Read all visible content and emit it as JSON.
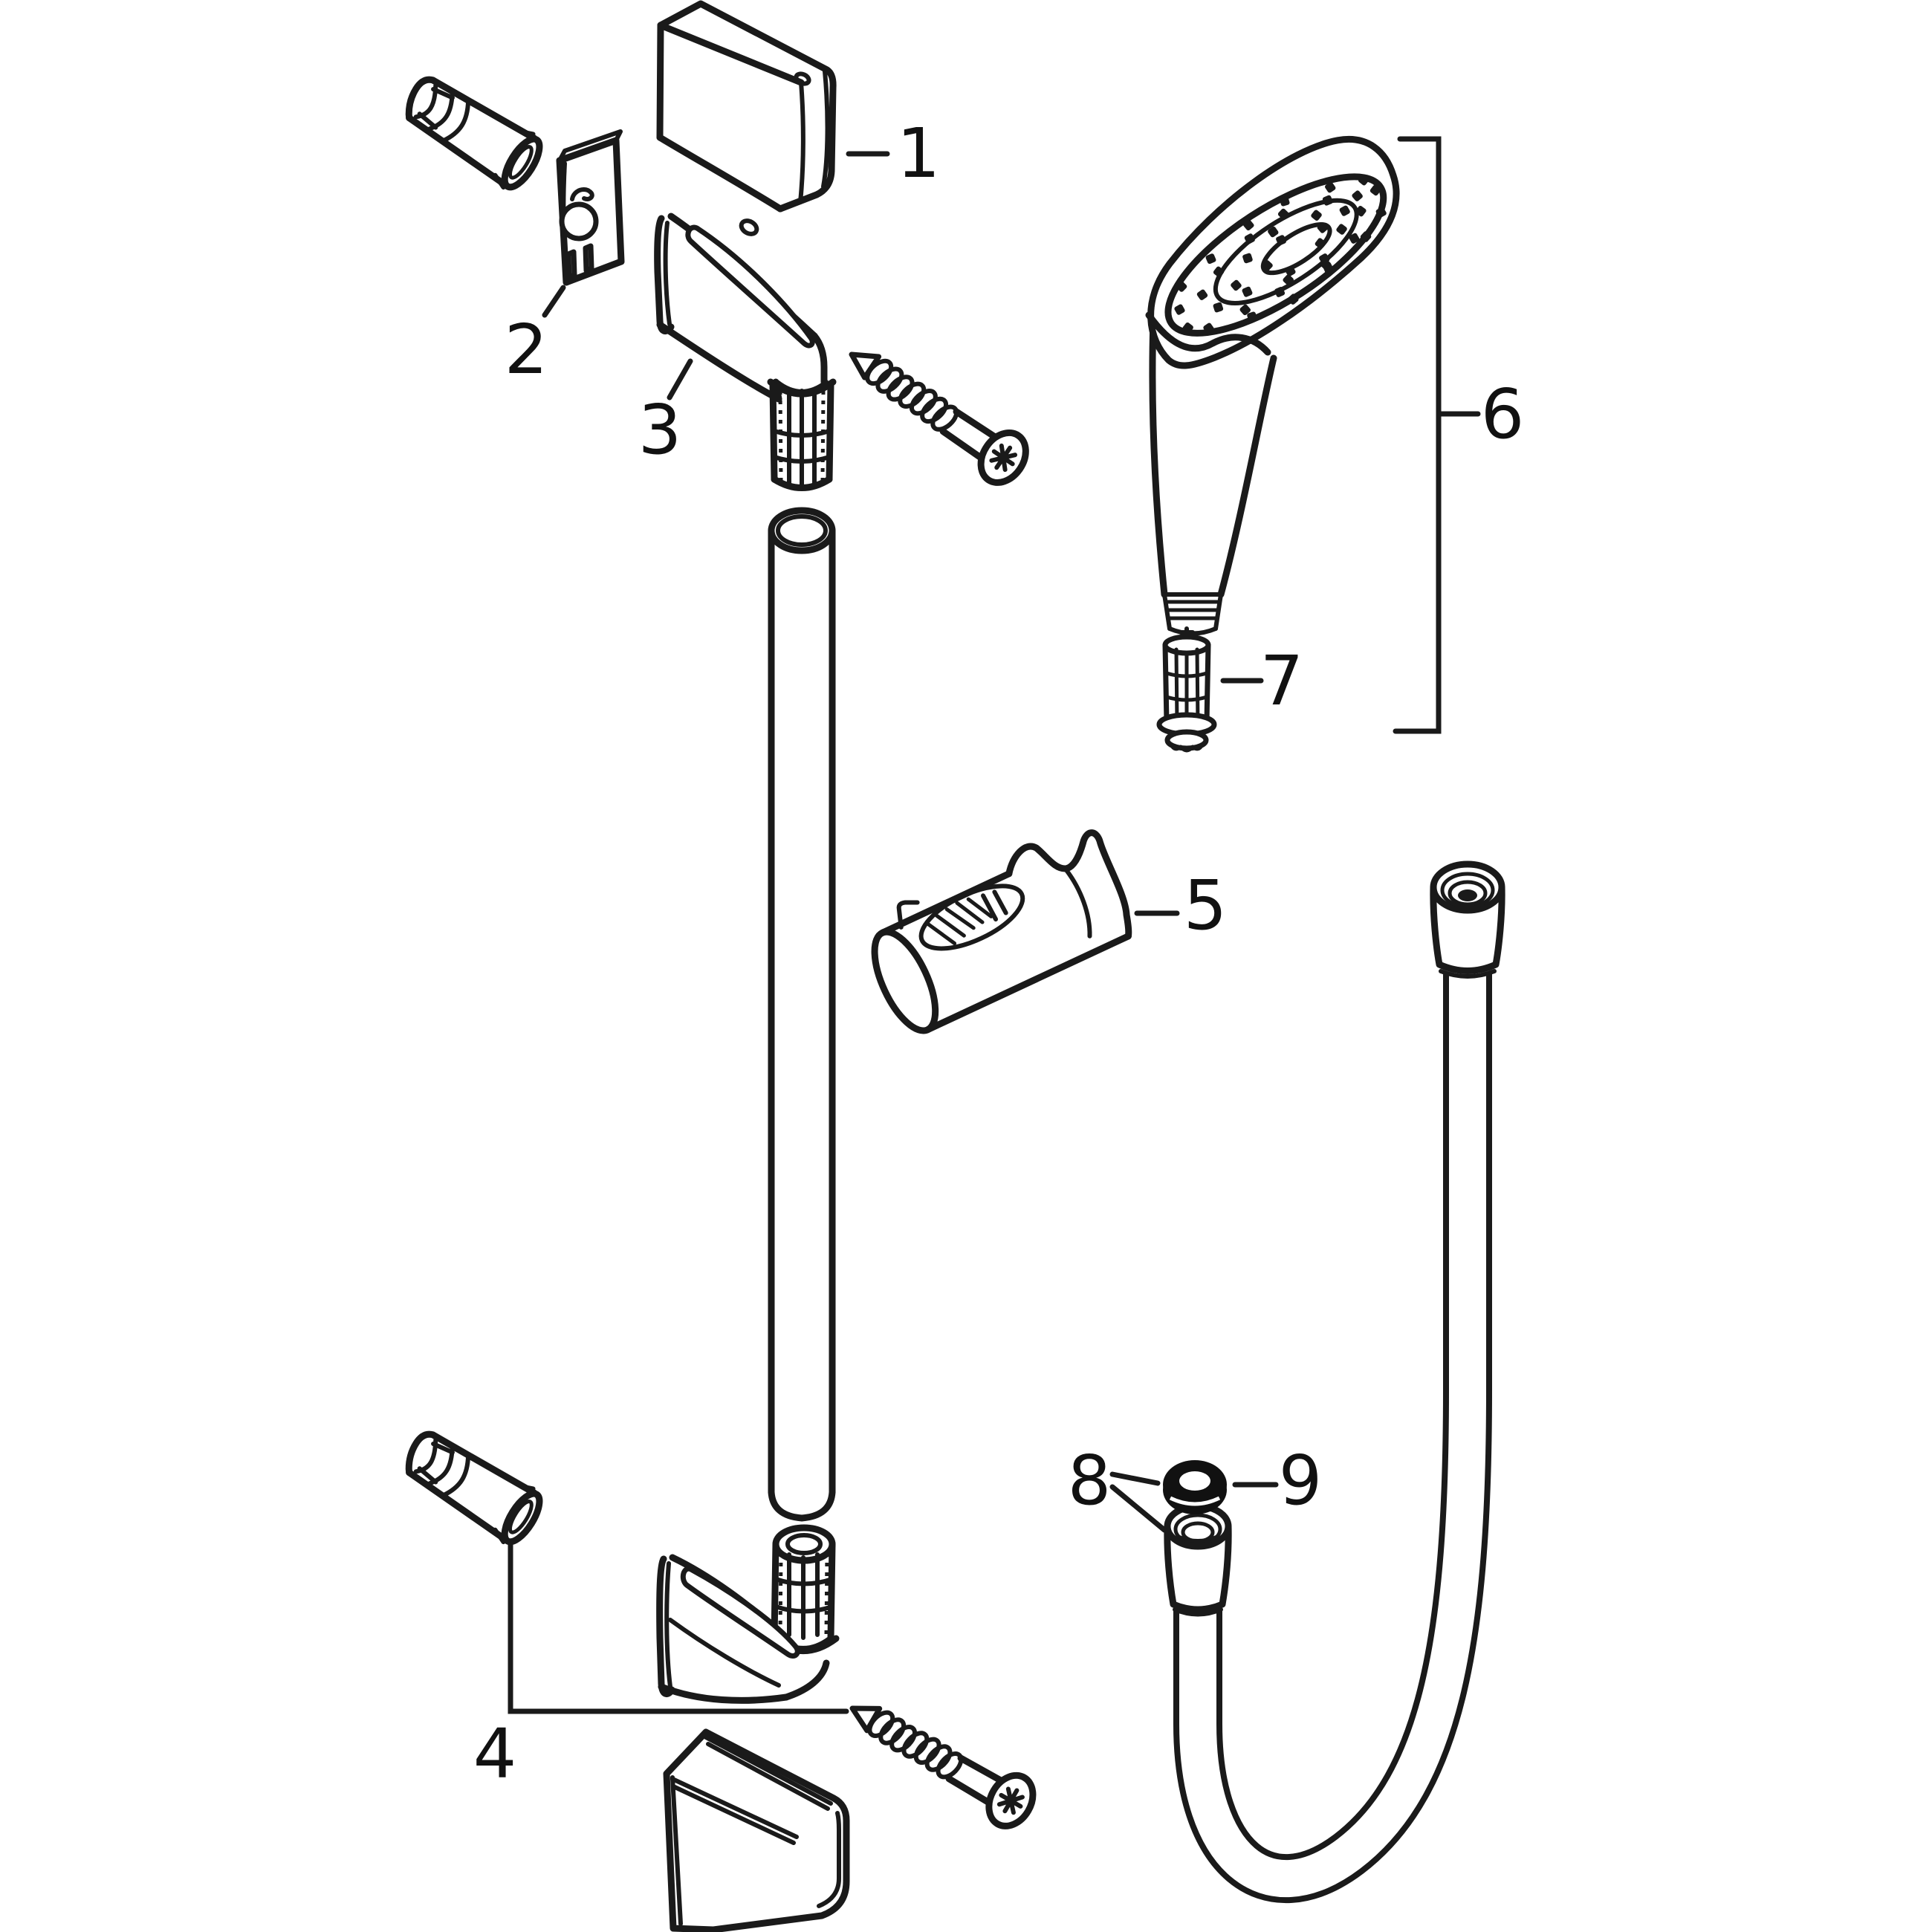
{
  "diagram": {
    "kind": "exploded-parts-line-drawing",
    "subject": "shower-rail-set",
    "colors": {
      "line": "#1a1a1a",
      "background": "#ffffff",
      "oring_fill": "#111111"
    },
    "labels": [
      {
        "text": "1",
        "part": "cover-cap"
      },
      {
        "text": "2",
        "part": "mounting-plate"
      },
      {
        "text": "3",
        "part": "wall-bracket-with-plug"
      },
      {
        "text": "4",
        "part": "lower-fixing-set"
      },
      {
        "text": "5",
        "part": "shower-holder-slider"
      },
      {
        "text": "6",
        "part": "hand-shower"
      },
      {
        "text": "7",
        "part": "filter-insert"
      },
      {
        "text": "8",
        "part": "shower-hose"
      },
      {
        "text": "9",
        "part": "sealing-ring"
      }
    ]
  }
}
